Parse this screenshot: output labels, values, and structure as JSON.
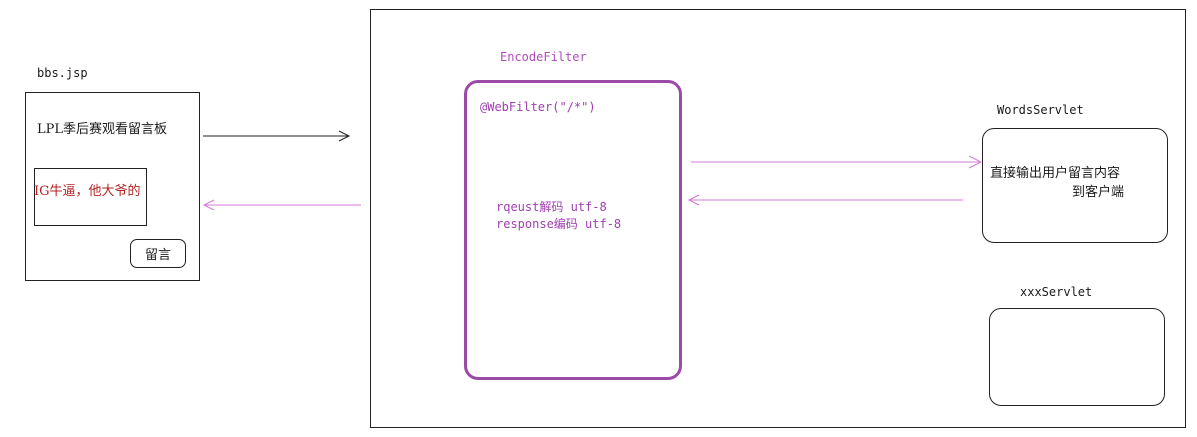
{
  "page": {
    "jsp_file": "bbs.jsp",
    "jsp_title": "LPL季后赛观看留言板",
    "message_value": "IG牛逼，他大爷的",
    "submit_label": "留言"
  },
  "filter": {
    "name": "EncodeFilter",
    "annotation": "@WebFilter(\"/*\")",
    "lines": [
      "rqeust解码 utf-8",
      "response编码 utf-8"
    ]
  },
  "servlets": [
    {
      "name": "WordsServlet",
      "desc": [
        "直接输出用户留言内容",
        "到客户端"
      ]
    },
    {
      "name": "xxxServlet",
      "desc": []
    }
  ],
  "colors": {
    "ink": "#222222",
    "filter_border": "#9b4aa8",
    "filter_text": "#a040b0",
    "arrow_purple": "#d37bd6",
    "message_red": "#b22222"
  }
}
